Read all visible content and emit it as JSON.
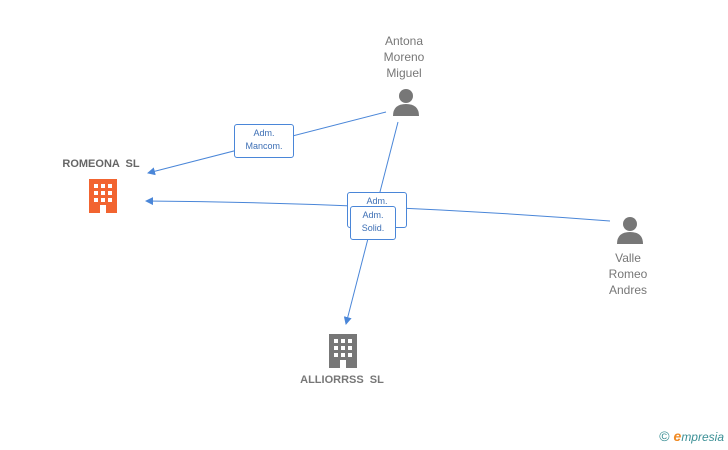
{
  "companies": {
    "romeona": {
      "name": "ROMEONA  SL",
      "color": "#f26430"
    },
    "alliorrss": {
      "name": "ALLIORRSS  SL",
      "color": "#777777"
    }
  },
  "people": {
    "antona": {
      "name": "Antona\nMoreno\nMiguel"
    },
    "valle": {
      "name": "Valle\nRomeo\nAndres"
    }
  },
  "edges": {
    "mancom": {
      "line1": "Adm.",
      "line2": "Mancom."
    },
    "hidden": {
      "line1": "Adm."
    },
    "solid": {
      "line1": "Adm.",
      "line2": "Solid."
    }
  },
  "colors": {
    "edge": "#4a86d8",
    "person": "#777777"
  },
  "brand": {
    "copyright": "©",
    "e": "e",
    "name": "mpresia"
  }
}
